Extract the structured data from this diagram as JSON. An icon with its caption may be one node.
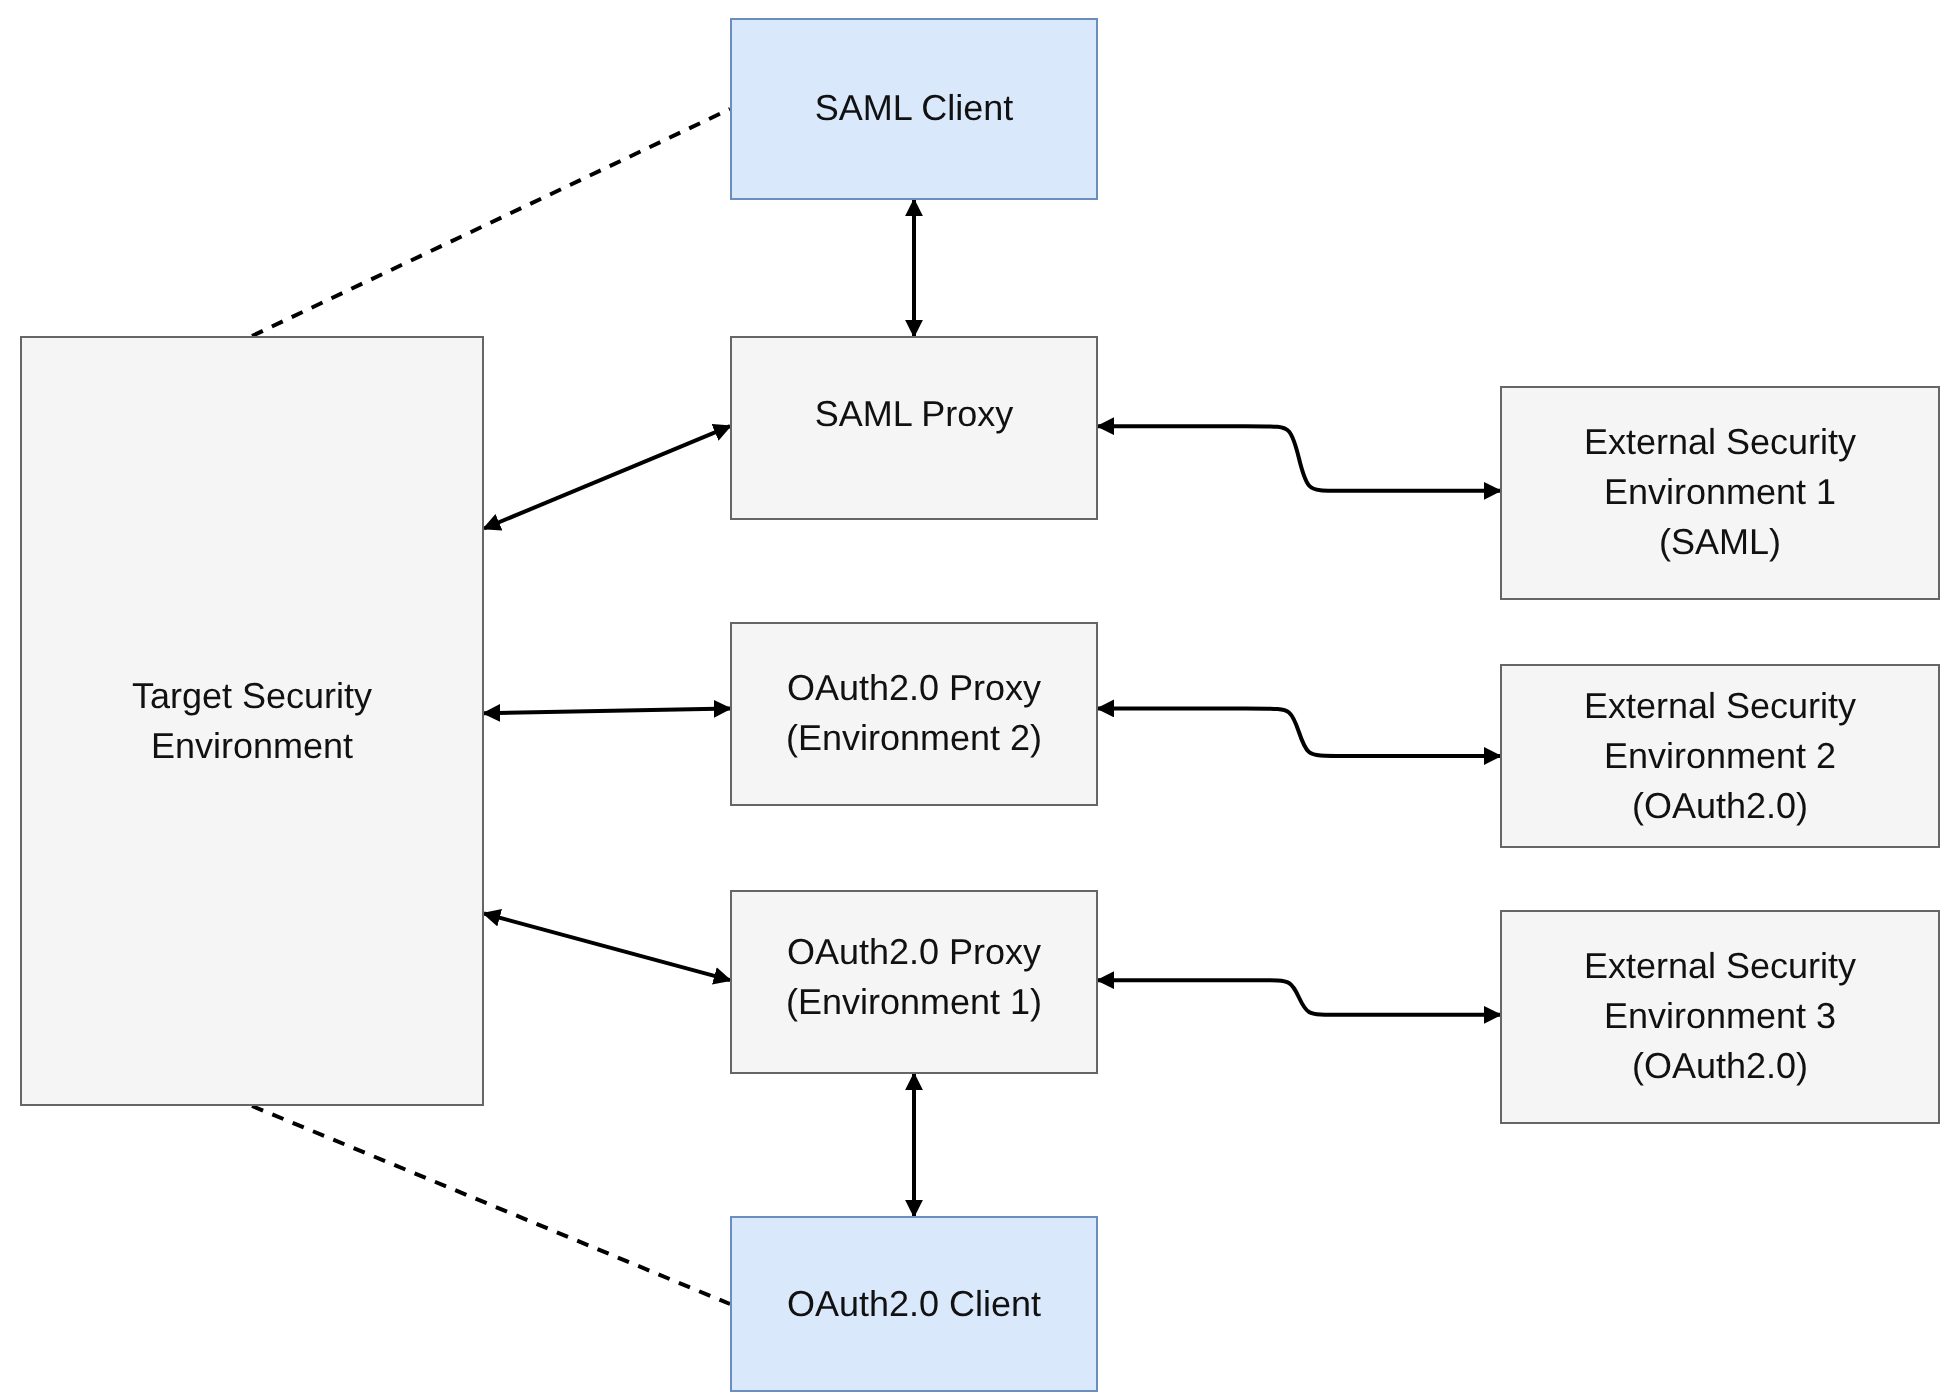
{
  "diagram": {
    "nodes": [
      {
        "text": [
          "SAML Client"
        ]
      },
      {
        "text": [
          "SAML Proxy"
        ]
      },
      {
        "text": [
          "External Security Environment 1 (SAML)"
        ]
      },
      {
        "text": [
          "Target Security Environment"
        ]
      },
      {
        "text": [
          "OAuth2.0 Proxy (Environment 2)"
        ]
      },
      {
        "text": [
          "External Security Environment 2 (OAuth2.0)"
        ]
      },
      {
        "text": [
          "OAuth2.0 Proxy (Environment 1)"
        ]
      },
      {
        "text": [
          "External Security Environment 3 (OAuth2.0)"
        ]
      },
      {
        "text": [
          "OAuth2.0 Client"
        ]
      }
    ],
    "edges": [
      {
        "from": 0,
        "to": 1,
        "arrow": "both"
      },
      {
        "from": 3,
        "to": 1,
        "arrow": "both"
      },
      {
        "from": 1,
        "to": 2,
        "arrow": "both"
      },
      {
        "from": 3,
        "to": 4,
        "arrow": "both"
      },
      {
        "from": 4,
        "to": 5,
        "arrow": "both"
      },
      {
        "from": 3,
        "to": 6,
        "arrow": "both"
      },
      {
        "from": 6,
        "to": 7,
        "arrow": "both"
      },
      {
        "from": 6,
        "to": 8,
        "arrow": "both"
      },
      {
        "from": 3,
        "to": 0,
        "arrow": "none",
        "style": "dashed"
      },
      {
        "from": 3,
        "to": 8,
        "arrow": "none",
        "style": "dashed"
      }
    ]
  }
}
